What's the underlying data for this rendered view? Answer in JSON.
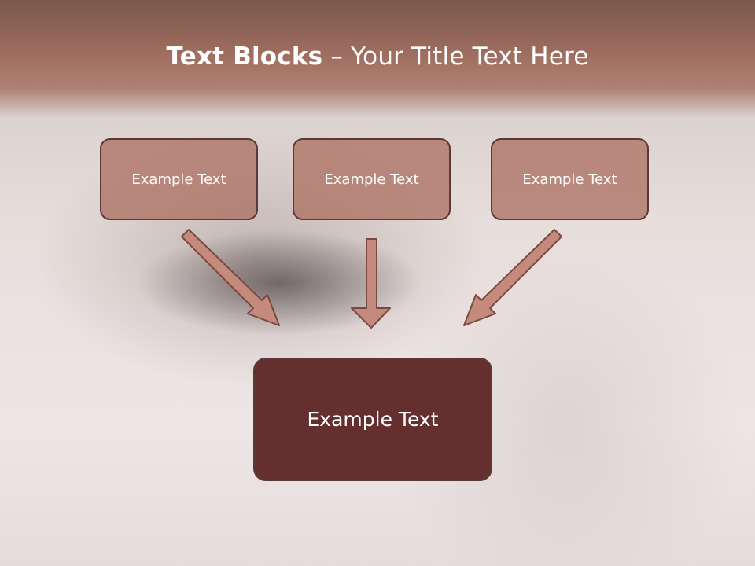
{
  "title": {
    "bold": "Text Blocks",
    "dash": "–",
    "rest": "Your Title Text Here"
  },
  "blocks": {
    "left": "Example Text",
    "center": "Example Text",
    "right": "Example Text",
    "bottom": "Example Text"
  },
  "colors": {
    "title_band": "#9e6d5f",
    "small_box_fill": "#af7668",
    "box_border": "#5b3a36",
    "bottom_box_fill": "#652f2f",
    "arrow_fill": "#c48a7b"
  }
}
